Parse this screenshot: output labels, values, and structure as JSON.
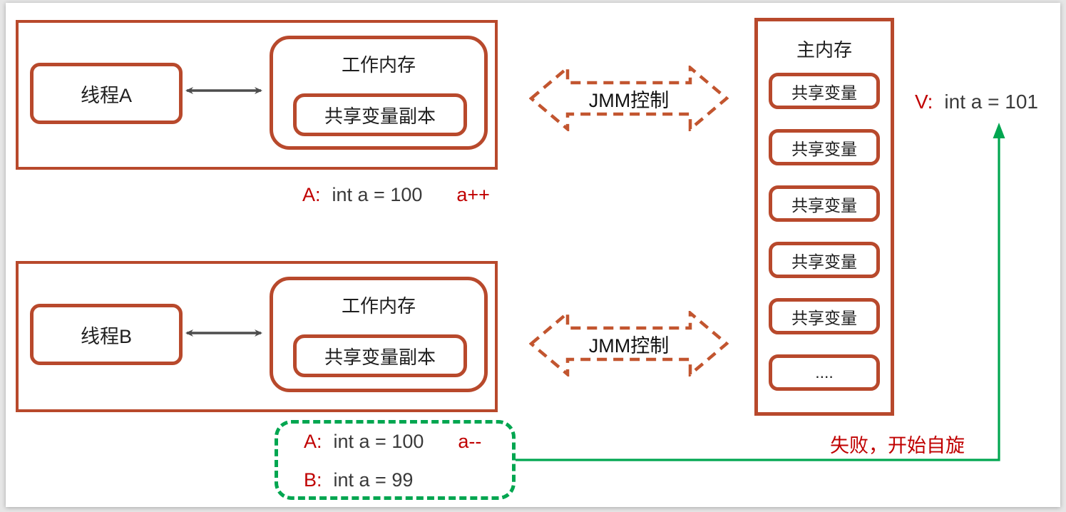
{
  "colors": {
    "box_border": "#B8492C",
    "jmm_dash": "#C2552F",
    "green": "#00A650",
    "red": "#C00000",
    "dark_text": "#3a3a3a",
    "arrow_gray": "#4D4D4D"
  },
  "thread_a": {
    "label": "线程A",
    "working_memory_label": "工作内存",
    "copy_label": "共享变量副本",
    "state_prefix": "A:",
    "state_value": "int a = 100",
    "op": "a++"
  },
  "thread_b": {
    "label": "线程B",
    "working_memory_label": "工作内存",
    "copy_label": "共享变量副本"
  },
  "jmm_top": {
    "label": "JMM控制"
  },
  "jmm_bottom": {
    "label": "JMM控制"
  },
  "main_memory": {
    "title": "主内存",
    "slots": [
      "共享变量",
      "共享变量",
      "共享变量",
      "共享变量",
      "共享变量",
      "...."
    ]
  },
  "result_box": {
    "line1_prefix": "A:",
    "line1_value": "int a = 100",
    "line1_op": "a--",
    "line2_prefix": "B:",
    "line2_value": "int a = 99"
  },
  "annotations": {
    "v_prefix": "V:",
    "v_value": "int a = 101",
    "fail_text": "失败，开始自旋"
  }
}
